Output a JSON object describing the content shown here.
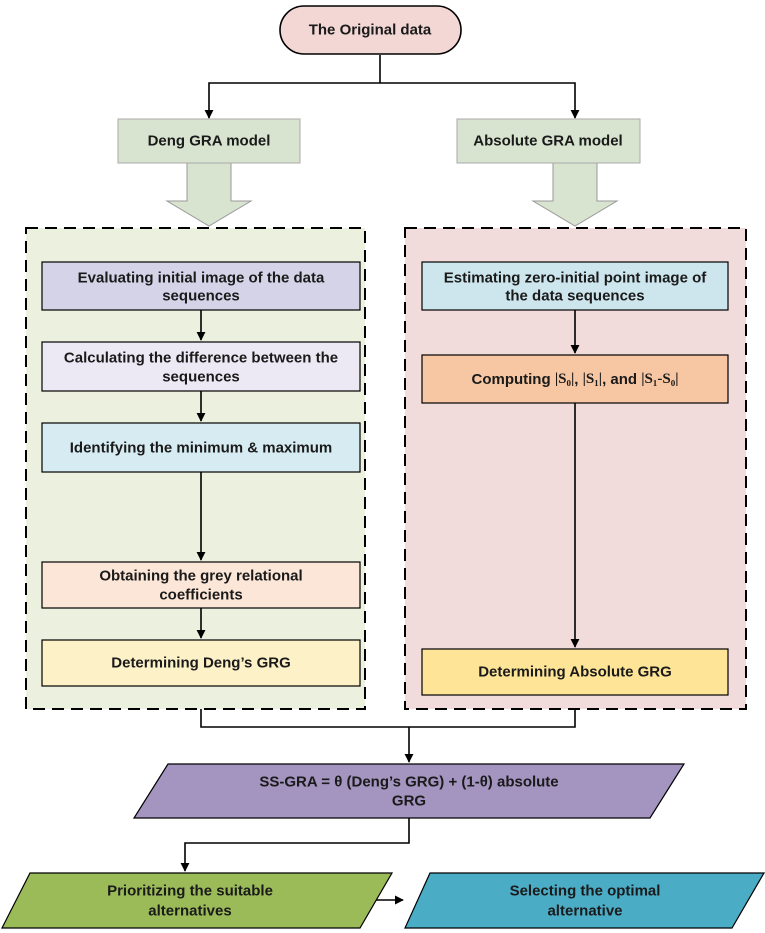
{
  "nodes": {
    "original": {
      "text": "The Original data",
      "color": "#F2D7D5"
    },
    "deng_model": {
      "text": "Deng GRA model",
      "color": "#D8E4CF"
    },
    "absolute_model": {
      "text": "Absolute GRA model",
      "color": "#D8E4CF"
    },
    "deng_steps": [
      {
        "lines": [
          "Evaluating initial image of the data",
          "sequences"
        ],
        "color": "#D5D3E8"
      },
      {
        "lines": [
          "Calculating the difference between the",
          "sequences"
        ],
        "color": "#ECE9F4"
      },
      {
        "lines": [
          "Identifying the minimum & maximum"
        ],
        "color": "#D6ECF2"
      },
      {
        "lines": [
          "Obtaining the grey relational",
          "coefficients"
        ],
        "color": "#FCE6D8"
      },
      {
        "lines": [
          "Determining Deng’s GRG"
        ],
        "color": "#FDF1C8"
      }
    ],
    "abs_steps": [
      {
        "lines": [
          "Estimating zero-initial point image of",
          "the data sequences"
        ],
        "color": "#CDE6EE"
      },
      {
        "text": "Computing |S₀|, |S₁|, and |S₁-S₀|",
        "color": "#F7C6A2"
      },
      {
        "lines": [
          "Determining Absolute GRG"
        ],
        "color": "#FDE497"
      }
    ],
    "combined": {
      "lines": [
        "SS-GRA = θ (Deng’s GRG) + (1-θ) absolute",
        "GRG"
      ],
      "color": "#A494C0"
    },
    "prioritizing": {
      "lines": [
        "Prioritizing the suitable",
        "alternatives"
      ],
      "color": "#9BBB59"
    },
    "selecting": {
      "lines": [
        "Selecting the optimal",
        "alternative"
      ],
      "color": "#4BACC6"
    }
  },
  "computing_parts": {
    "prefix": "Computing ",
    "s0": "|S₀|",
    "sep1": ", ",
    "s1": "|S₁|",
    "sep2": ", and ",
    "s1s0": "|S₁-S₀|"
  },
  "containers": {
    "deng": {
      "color": "#EBF1DE"
    },
    "absolute": {
      "color": "#F2DCDB"
    }
  }
}
